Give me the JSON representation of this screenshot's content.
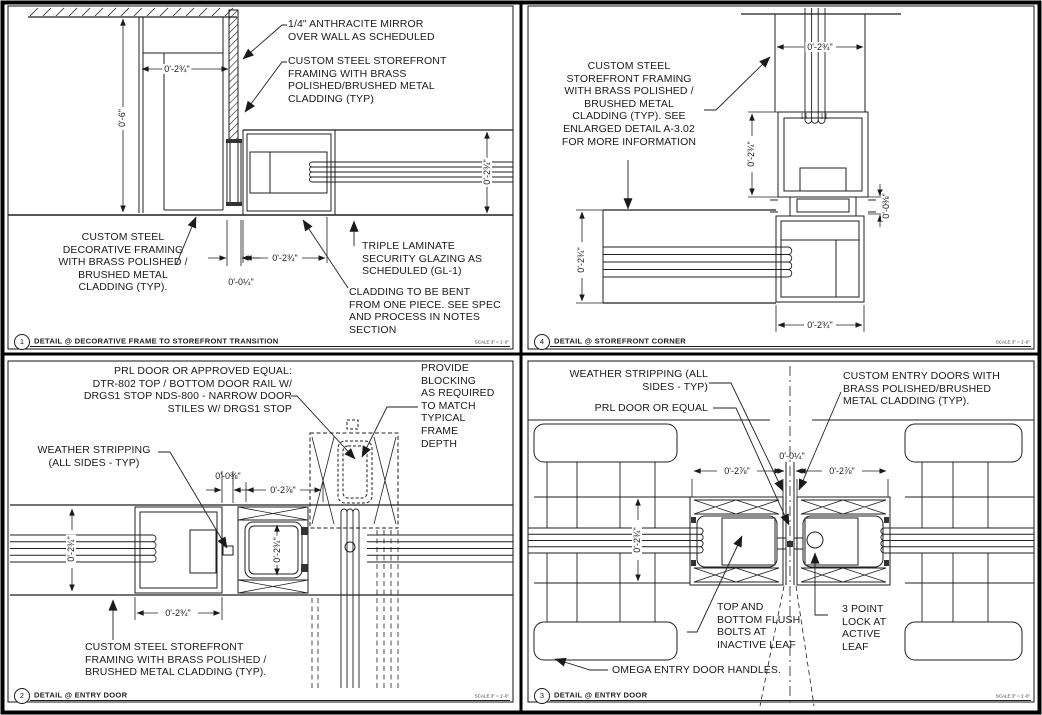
{
  "details": [
    {
      "number": "1",
      "title": "DETAIL @ DECORATIVE FRAME TO STOREFRONT TRANSITION",
      "scale": "SCALE   3\" = 1'-0\"",
      "annotations": {
        "mirror": "1/4\" ANTHRACITE MIRROR\nOVER WALL AS SCHEDULED",
        "storefront": "CUSTOM STEEL STOREFRONT\nFRAMING WITH BRASS\nPOLISHED/BRUSHED METAL\nCLADDING (TYP)",
        "decorative": "CUSTOM STEEL\nDECORATIVE FRAMING\nWITH BRASS POLISHED /\nBRUSHED METAL\nCLADDING (TYP).",
        "glazing": "TRIPLE LAMINATE\nSECURITY GLAZING AS\nSCHEDULED (GL-1)",
        "cladding_bent": "CLADDING TO BE BENT\nFROM ONE PIECE. SEE SPEC\nAND PROCESS IN NOTES\nSECTION"
      },
      "dims": {
        "top": "0'-2¾\"",
        "height": "0'-6\"",
        "right": "0'-2¾\"",
        "reveal": "0'-0¼\"",
        "bottom": "0'-2¾\""
      }
    },
    {
      "number": "4",
      "title": "DETAIL @ STOREFRONT CORNER",
      "scale": "SCALE   3\" = 1'-0\"",
      "annotations": {
        "note": "CUSTOM STEEL\nSTOREFRONT FRAMING\nWITH BRASS POLISHED /\nBRUSHED METAL\nCLADDING (TYP). SEE\nENLARGED DETAIL A-3.02\nFOR MORE INFORMATION"
      },
      "dims": {
        "top": "0'-2¾\"",
        "mid": "0'-2¾\"",
        "small": "0'-0⅜\"",
        "left": "0'-2¾\"",
        "bottom": "0'-2¾\""
      }
    },
    {
      "number": "2",
      "title": "DETAIL @ ENTRY DOOR",
      "scale": "SCALE   3\" = 1'-0\"",
      "annotations": {
        "prl": "PRL DOOR OR APPROVED EQUAL:\nDTR-802 TOP / BOTTOM DOOR RAIL W/\nDRGS1 STOP NDS-800 - NARROW DOOR\nSTILES W/ DRGS1 STOP",
        "weather": "WEATHER STRIPPING\n(ALL SIDES - TYP)",
        "blocking": "PROVIDE\nBLOCKING\nAS REQUIRED\nTO MATCH\nTYPICAL\nFRAME\nDEPTH",
        "storefront": "CUSTOM STEEL STOREFRONT\nFRAMING WITH BRASS POLISHED /\nBRUSHED METAL CLADDING (TYP)."
      },
      "dims": {
        "gap": "0'-0⅜\"",
        "rail": "0'-2⅞\"",
        "left": "0'-2¾\"",
        "door": "0'-2¾\"",
        "bottom": "0'-2¾\""
      }
    },
    {
      "number": "3",
      "title": "DETAIL @ ENTRY DOOR",
      "scale": "SCALE   3\" = 1'-0\"",
      "annotations": {
        "weather": "WEATHER STRIPPING (ALL\nSIDES - TYP)",
        "prl": "PRL DOOR OR EQUAL",
        "doors": "CUSTOM ENTRY DOORS WITH\nBRASS POLISHED/BRUSHED\nMETAL CLADDING (TYP).",
        "flush": "TOP AND\nBOTTOM FLUSH\nBOLTS AT\nINACTIVE LEAF",
        "lock": "3 POINT\nLOCK AT\nACTIVE\nLEAF",
        "omega": "OMEGA ENTRY DOOR HANDLES."
      },
      "dims": {
        "gap": "0'-0¼\"",
        "left_leaf": "0'-2⅞\"",
        "right_leaf": "0'-2⅞\"",
        "height": "0'-2¾\""
      }
    }
  ]
}
